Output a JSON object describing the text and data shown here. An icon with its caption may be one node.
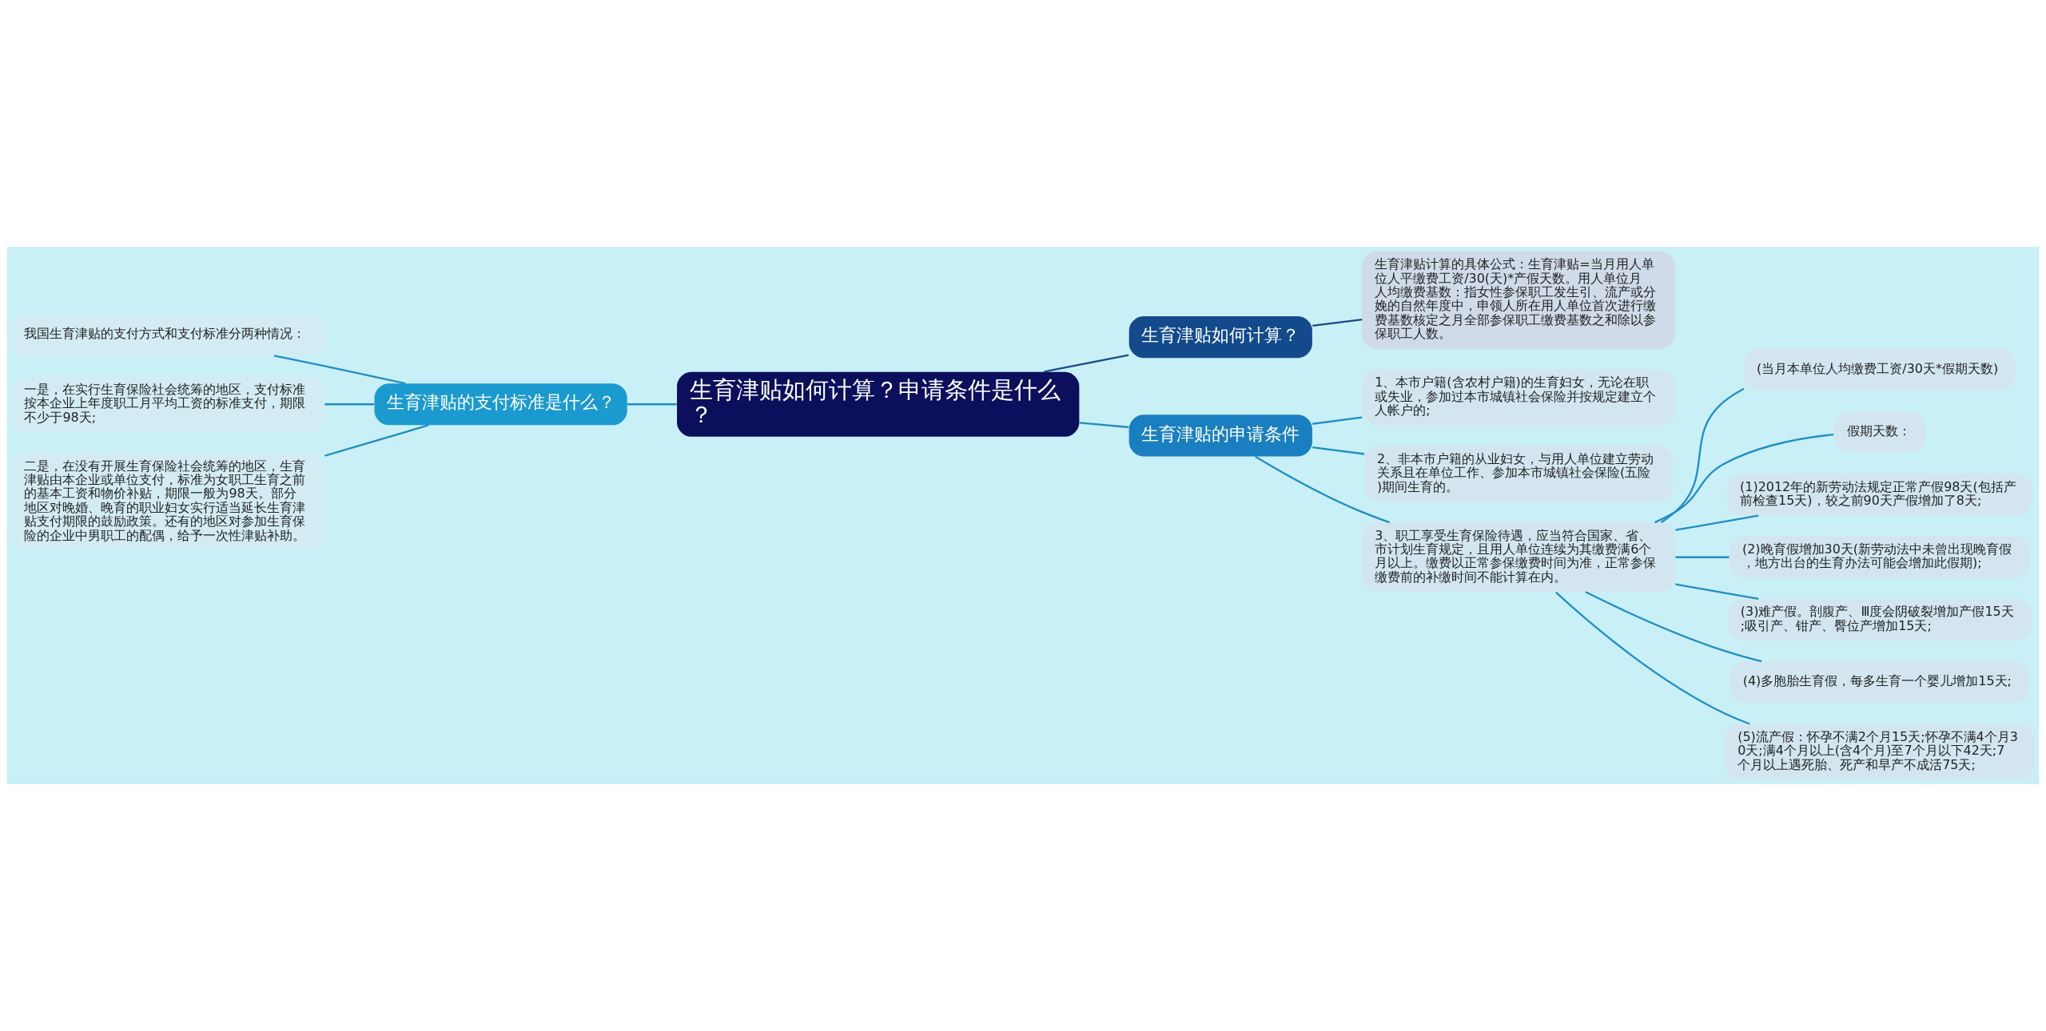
{
  "diagram": {
    "nodes": [
      {
        "text": [
          "生育津贴如何计算？申请条件是什么？"
        ]
      },
      {
        "text": [
          "生育津贴如何计算？"
        ]
      },
      {
        "text": [
          "生育津贴计算的具体公式：生育津贴=当月用人单位人平缴费工资/30(天)*产假天数。用人单位月人均缴费基数：指女性参保职工发生引、流产或分娩的自然年度中，申领人所在用人单位首次进行缴费基数核定之月全部参保职工缴费基数之和除以参保职工人数。"
        ]
      },
      {
        "text": [
          "生育津贴的支付标准是什么？"
        ]
      },
      {
        "text": [
          "我国生育津贴的支付方式和支付标准分两种情况："
        ]
      },
      {
        "text": [
          "一是，在实行生育保险社会统筹的地区，支付标准按本企业上年度职工月平均工资的标准支付，期限不少于98天;"
        ]
      },
      {
        "text": [
          "二是，在没有开展生育保险社会统筹的地区，生育津贴由本企业或单位支付，标准为女职工生育之前的基本工资和物价补贴，期限一般为98天。部分地区对晚婚、晚育的职业妇女实行适当延长生育津贴支付期限的鼓励政策。还有的地区对参加生育保险的企业中男职工的配偶，给予一次性津贴补助。"
        ]
      },
      {
        "text": [
          "生育津贴的申请条件"
        ]
      },
      {
        "text": [
          "1、本市户籍(含农村户籍)的生育妇女，无论在职或失业，参加过本市城镇社会保险并按规定建立个人帐户的;"
        ]
      },
      {
        "text": [
          "2、非本市户籍的从业妇女，与用人单位建立劳动关系且在单位工作、参加本市城镇社会保险(五险)期间生育的。"
        ]
      },
      {
        "text": [
          "3、职工享受生育保险待遇，应当符合国家、省、市计划生育规定，且用人单位连续为其缴费满6个月以上。缴费以正常参保缴费时间为准，正常参保缴费前的补缴时间不能计算在内。"
        ]
      },
      {
        "text": [
          "(当月本单位人均缴费工资/30天*假期天数)"
        ]
      },
      {
        "text": [
          "假期天数："
        ]
      },
      {
        "text": [
          "(1)2012年的新劳动法规定正常产假98天(包括产前检查15天)，较之前90天产假增加了8天;"
        ]
      },
      {
        "text": [
          "(2)晚育假增加30天(新劳动法中未曾出现晚育假，地方出台的生育办法可能会增加此假期);"
        ]
      },
      {
        "text": [
          "(3)难产假。剖腹产、Ⅲ度会阴破裂增加产假15天;吸引产、钳产、臀位产增加15天;"
        ]
      },
      {
        "text": [
          "(4)多胞胎生育假，每多生育一个婴儿增加15天;"
        ]
      },
      {
        "text": [
          "(5)流产假：怀孕不满2个月15天;怀孕不满4个月30天;满4个月以上(含4个月)至7个月以下42天;7个月以上遇死胎、死产和早产不成活75天;"
        ]
      }
    ],
    "edges": [
      {
        "from": 0,
        "to": 1,
        "arrow": "none",
        "color": "#1b4a87"
      },
      {
        "from": 1,
        "to": 2,
        "arrow": "none",
        "color": "#1b4a87"
      },
      {
        "from": 0,
        "to": 3,
        "arrow": "none"
      },
      {
        "from": 3,
        "to": 4,
        "arrow": "none"
      },
      {
        "from": 3,
        "to": 5,
        "arrow": "none"
      },
      {
        "from": 3,
        "to": 6,
        "arrow": "none"
      },
      {
        "from": 0,
        "to": 7,
        "arrow": "none"
      },
      {
        "from": 7,
        "to": 8,
        "arrow": "none"
      },
      {
        "from": 7,
        "to": 9,
        "arrow": "none"
      },
      {
        "from": 7,
        "to": 10,
        "arrow": "none"
      },
      {
        "from": 10,
        "to": 11,
        "arrow": "none"
      },
      {
        "from": 10,
        "to": 12,
        "arrow": "none"
      },
      {
        "from": 10,
        "to": 13,
        "arrow": "none"
      },
      {
        "from": 10,
        "to": 14,
        "arrow": "none"
      },
      {
        "from": 10,
        "to": 15,
        "arrow": "none"
      },
      {
        "from": 10,
        "to": 16,
        "arrow": "none"
      },
      {
        "from": 10,
        "to": 17,
        "arrow": "none"
      }
    ]
  }
}
